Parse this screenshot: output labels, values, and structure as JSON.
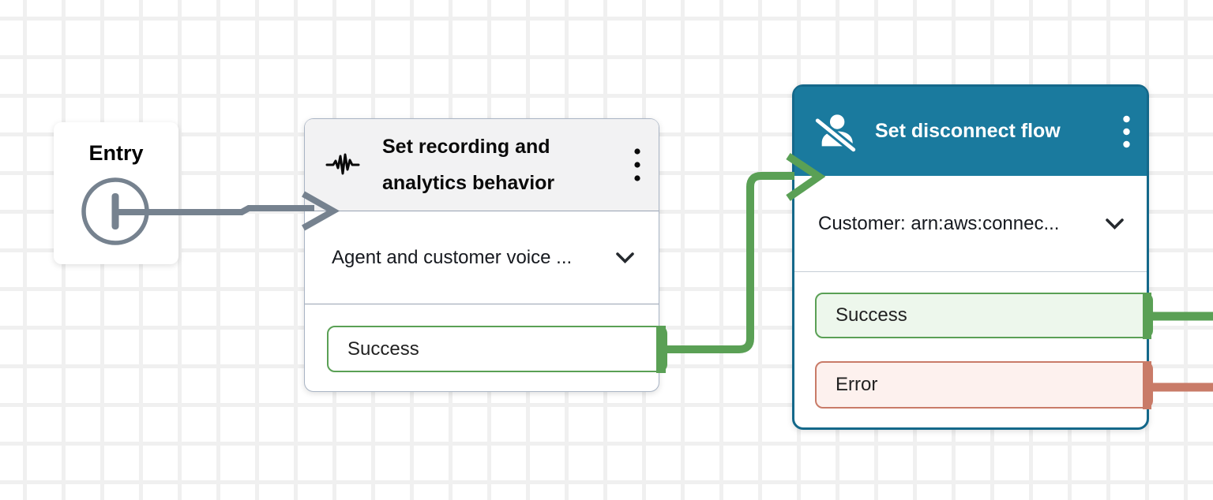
{
  "flow": {
    "entry": {
      "title": "Entry"
    },
    "recording_block": {
      "title": "Set recording and analytics behavior",
      "icon": "waveform-icon",
      "parameter": "Agent and customer voice ...",
      "ports": [
        {
          "label": "Success",
          "status": "success"
        }
      ]
    },
    "disconnect_block": {
      "title": "Set disconnect flow",
      "icon": "user-disconnect-icon",
      "parameter": "Customer: arn:aws:connec...",
      "selected": true,
      "ports": [
        {
          "label": "Success",
          "status": "success"
        },
        {
          "label": "Error",
          "status": "error"
        }
      ]
    }
  },
  "colors": {
    "success_green": "#5aa055",
    "success_fill": "#edf7ec",
    "error_salmon": "#c97b68",
    "error_fill": "#fdf1ee",
    "selected_teal_header": "#1a7a9e",
    "selected_teal_border": "#14688a",
    "entry_connector_gray": "#76828f",
    "grid_line": "#f0f0f0"
  }
}
